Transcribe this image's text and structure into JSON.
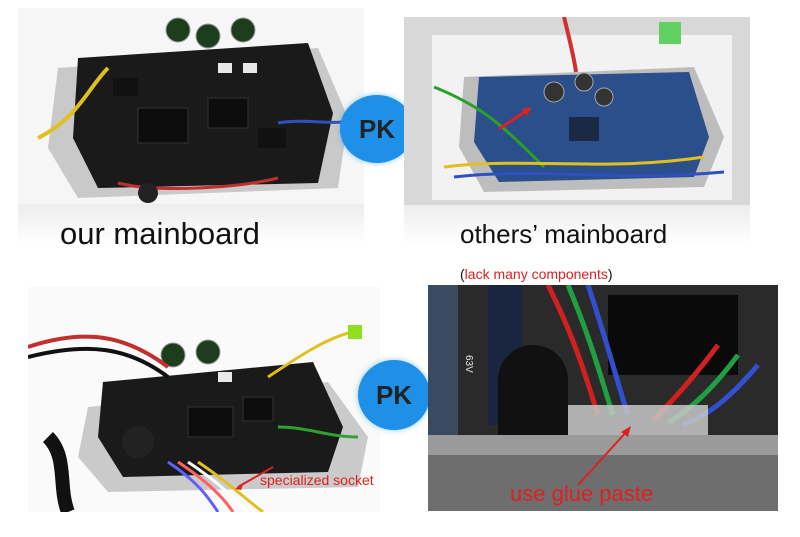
{
  "labels": {
    "ours_top": "our mainboard",
    "others_top": "others’ mainboard",
    "lack_open": "(",
    "lack_text": "lack many components",
    "lack_close": ")",
    "specialized": "specialized socket",
    "glue": "use glue paste"
  },
  "badges": {
    "pk_top": "PK",
    "pk_bottom": "PK"
  },
  "component_marks": {
    "capacitor_text": "63V"
  },
  "colors": {
    "pk_blue": "#1e90e8",
    "annotation_red": "#e02020",
    "board_black": "#1a1a1a",
    "board_blue": "#2a4f8a"
  }
}
